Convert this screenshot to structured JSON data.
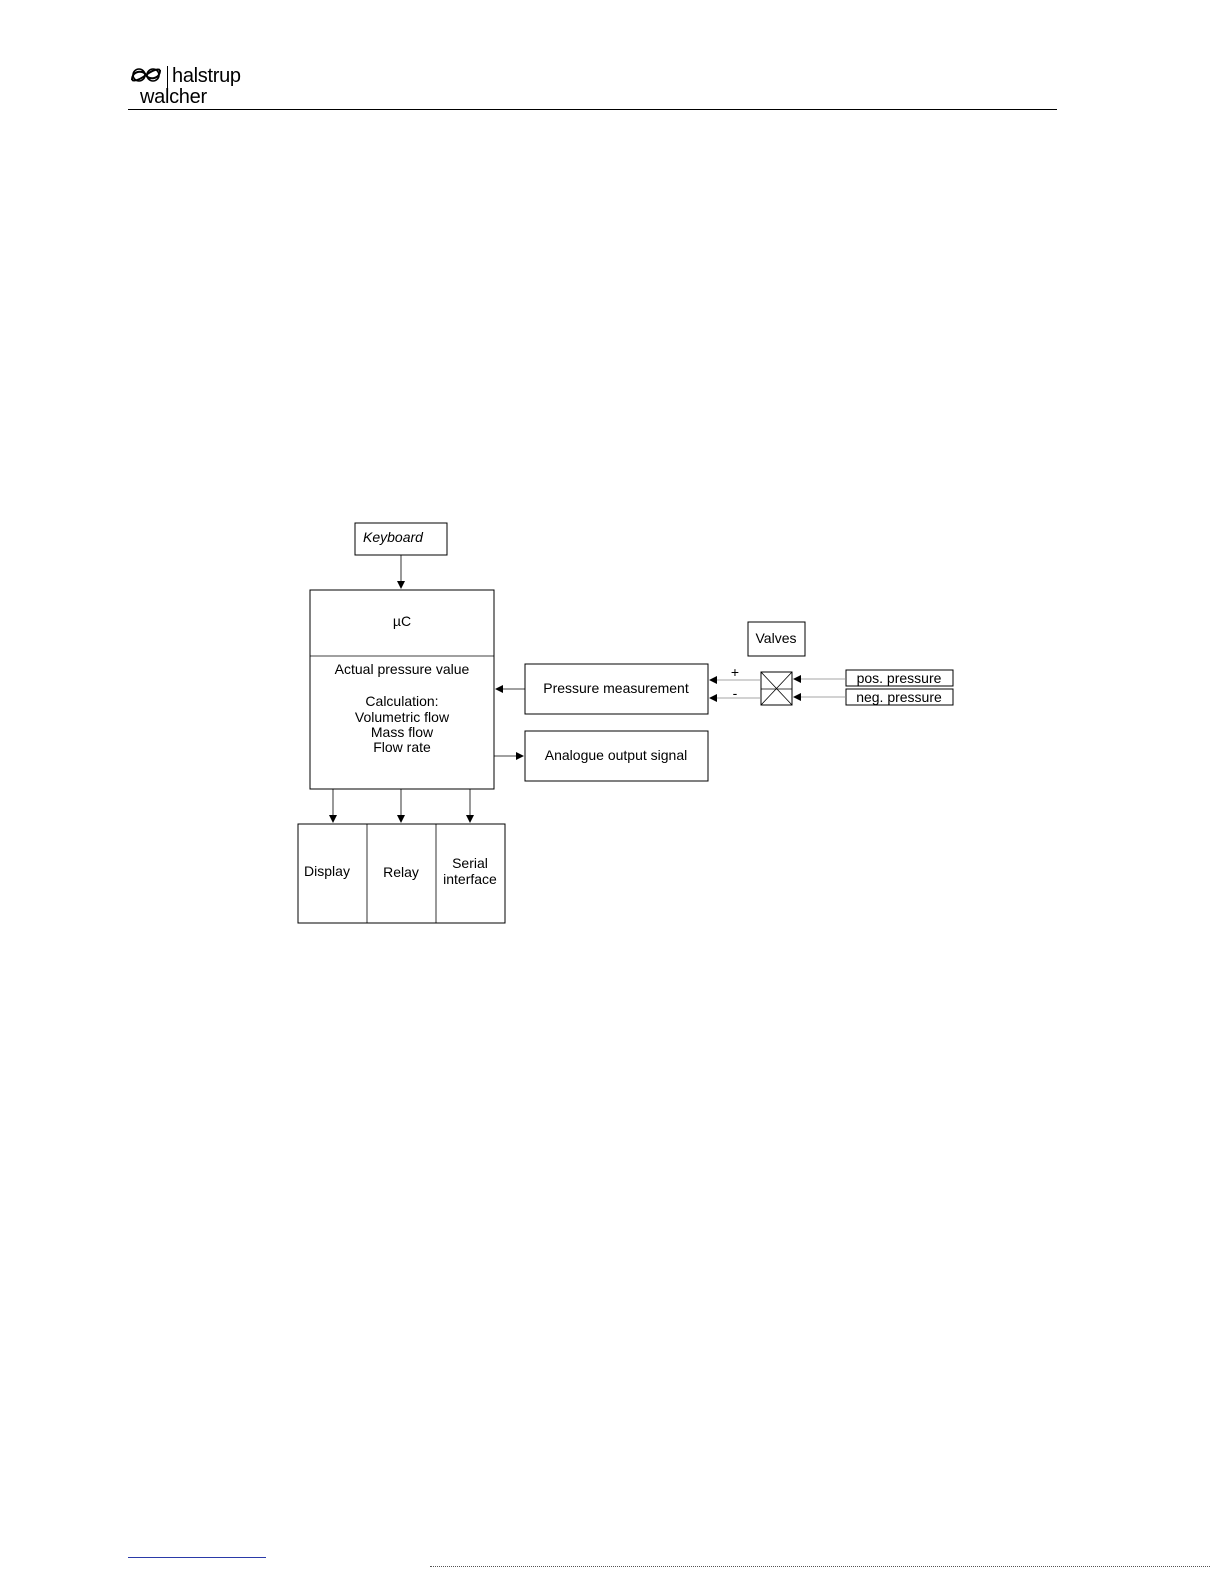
{
  "header": {
    "brand_line1": "halstrup",
    "brand_line2": "walcher"
  },
  "diagram": {
    "keyboard": "Keyboard",
    "uc_title": "µC",
    "uc_lines": [
      "Actual pressure value",
      "Calculation:",
      "Volumetric flow",
      "Mass flow",
      "Flow rate"
    ],
    "pressure_measurement": "Pressure measurement",
    "analogue_output": "Analogue output signal",
    "valves": "Valves",
    "plus": "+",
    "minus": "-",
    "pos_pressure": "pos. pressure",
    "neg_pressure": "neg. pressure",
    "display": "Display",
    "relay": "Relay",
    "serial_line1": "Serial",
    "serial_line2": "interface"
  }
}
